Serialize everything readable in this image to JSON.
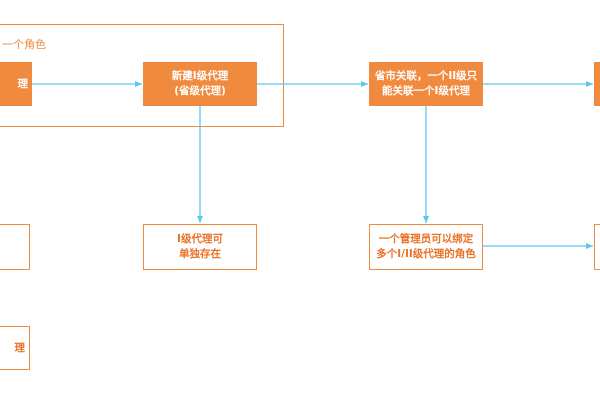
{
  "frame": {
    "label": "一个角色"
  },
  "boxes": {
    "left_top": {
      "line1": "理",
      "line2": ""
    },
    "new_l1_agent": {
      "line1": "新建I级代理",
      "line2": "(省级代理)"
    },
    "city_link": {
      "line1": "省市关联，一个II级只",
      "line2": "能关联一个I级代理"
    },
    "l1_standalone": {
      "line1": "I级代理可",
      "line2": "单独存在"
    },
    "admin_bind": {
      "line1": "一个管理员可以绑定",
      "line2": "多个I/II级代理的角色"
    },
    "left_bottom": {
      "line1": "理",
      "line2": ""
    }
  },
  "colors": {
    "orange": "#f08a3e",
    "arrow": "#5bc8f0"
  }
}
